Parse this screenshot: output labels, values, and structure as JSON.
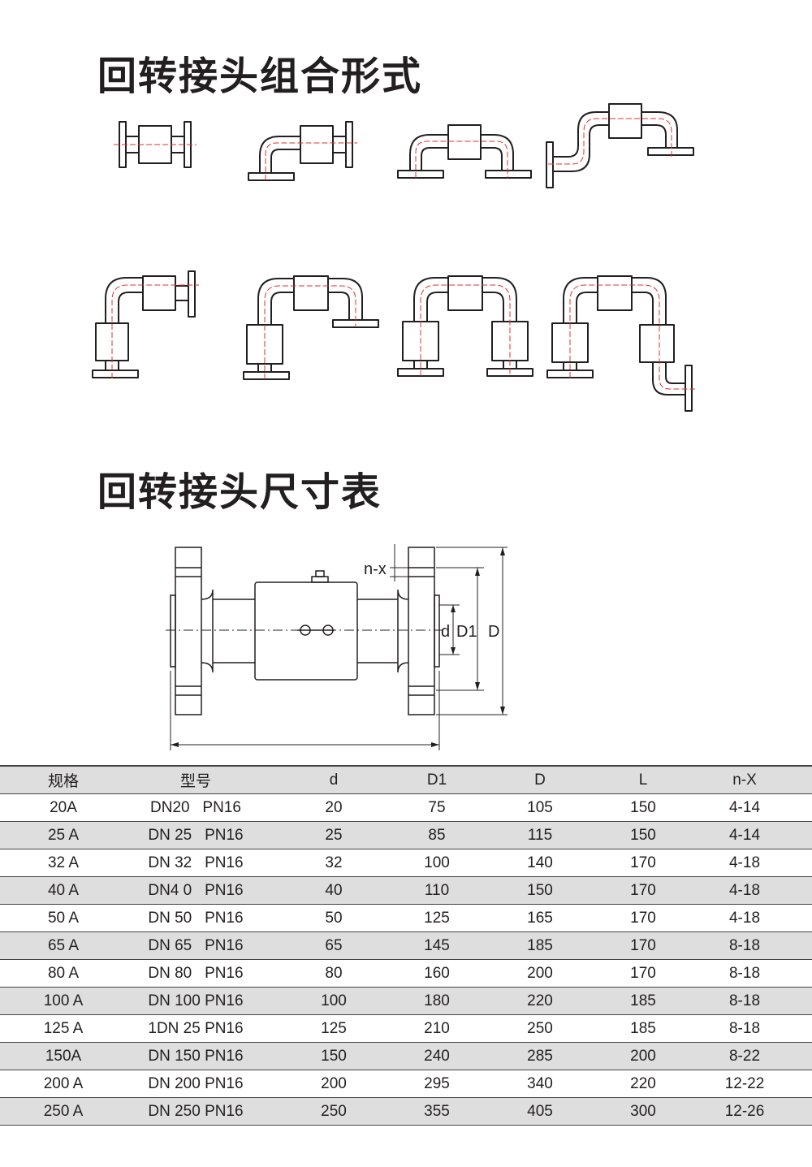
{
  "titles": {
    "combination_forms": "回转接头组合形式",
    "dimension_table": "回转接头尺寸表"
  },
  "dimension_labels": {
    "n_x": "n-x",
    "d": "d",
    "D1": "D1",
    "D": "D"
  },
  "table": {
    "headers": [
      "规格",
      "型号",
      "d",
      "D1",
      "D",
      "L",
      "n-X"
    ],
    "rows": [
      [
        "20A",
        "DN20   PN16",
        "20",
        "75",
        "105",
        "150",
        "4-14"
      ],
      [
        "25 A",
        "DN 25   PN16",
        "25",
        "85",
        "115",
        "150",
        "4-14"
      ],
      [
        "32 A",
        "DN 32   PN16",
        "32",
        "100",
        "140",
        "170",
        "4-18"
      ],
      [
        "40 A",
        "DN4 0   PN16",
        "40",
        "110",
        "150",
        "170",
        "4-18"
      ],
      [
        "50 A",
        "DN 50   PN16",
        "50",
        "125",
        "165",
        "170",
        "4-18"
      ],
      [
        "65 A",
        "DN 65   PN16",
        "65",
        "145",
        "185",
        "170",
        "8-18"
      ],
      [
        "80 A",
        "DN 80   PN16",
        "80",
        "160",
        "200",
        "170",
        "8-18"
      ],
      [
        "100 A",
        "DN 100 PN16",
        "100",
        "180",
        "220",
        "185",
        "8-18"
      ],
      [
        "125 A",
        "1DN 25 PN16",
        "125",
        "210",
        "250",
        "185",
        "8-18"
      ],
      [
        "150A",
        "DN 150 PN16",
        "150",
        "240",
        "285",
        "200",
        "8-22"
      ],
      [
        "200 A",
        "DN 200 PN16",
        "200",
        "295",
        "340",
        "220",
        "12-22"
      ],
      [
        "250 A",
        "DN 250 PN16",
        "250",
        "355",
        "405",
        "300",
        "12-26"
      ]
    ]
  },
  "colors": {
    "line": "#231f20",
    "centerline": "#e0312f",
    "row_shade": "#dedede"
  }
}
